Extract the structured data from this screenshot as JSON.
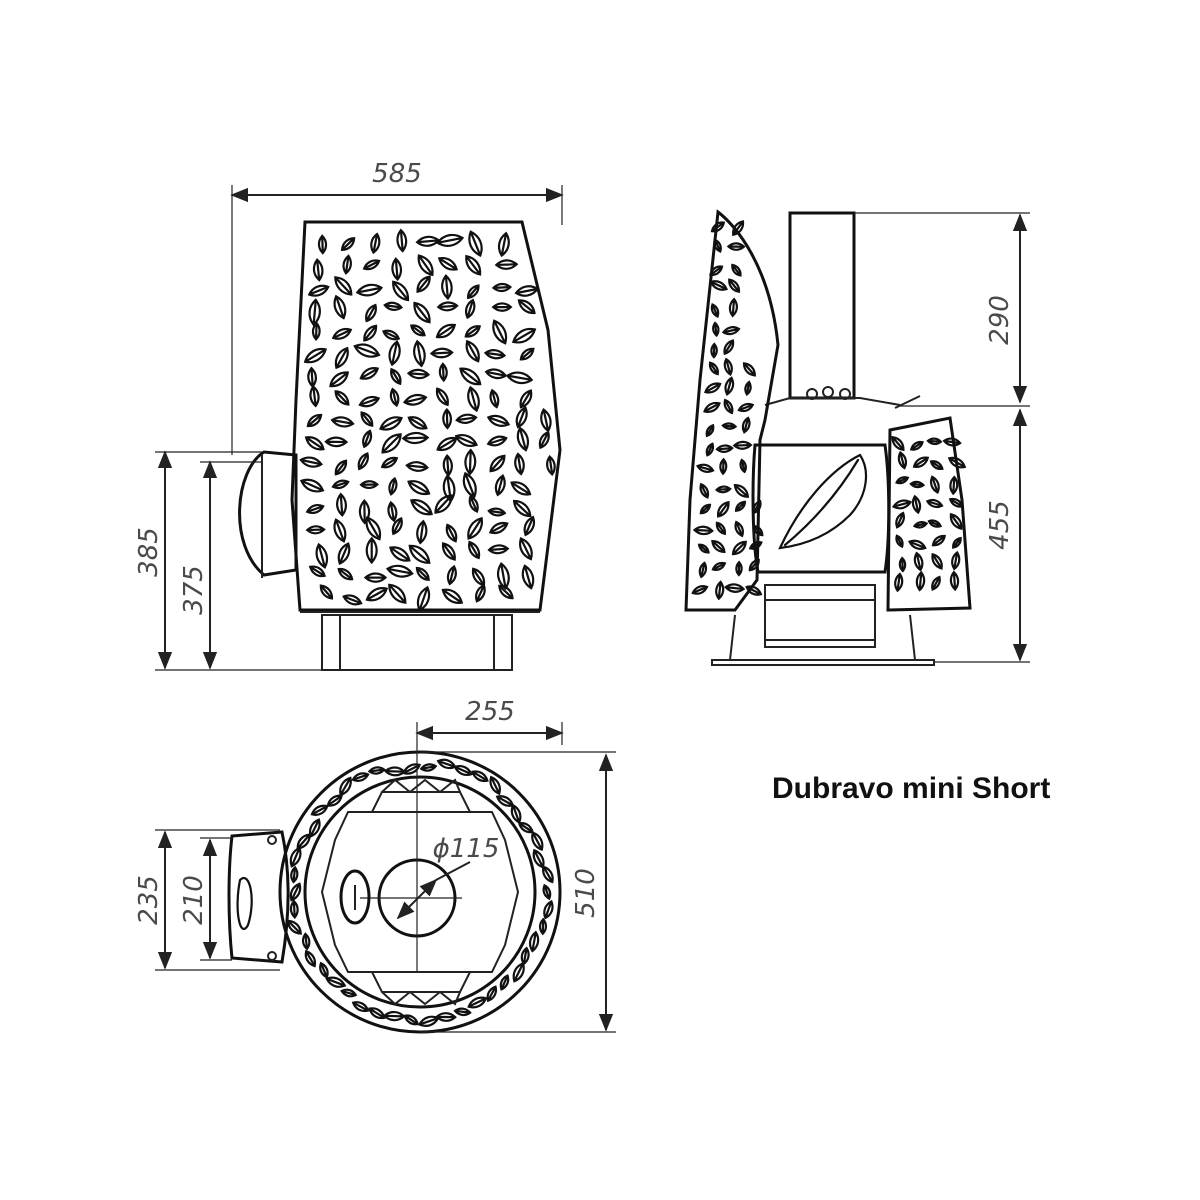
{
  "title": "Dubravo mini Short",
  "dimensions": {
    "front_width": "585",
    "front_height_outer": "385",
    "front_height_inner": "375",
    "side_chimney": "290",
    "side_body": "455",
    "top_offset": "255",
    "top_diameter": "ϕ115",
    "top_depth": "510",
    "top_door_outer": "235",
    "top_door_inner": "210"
  }
}
